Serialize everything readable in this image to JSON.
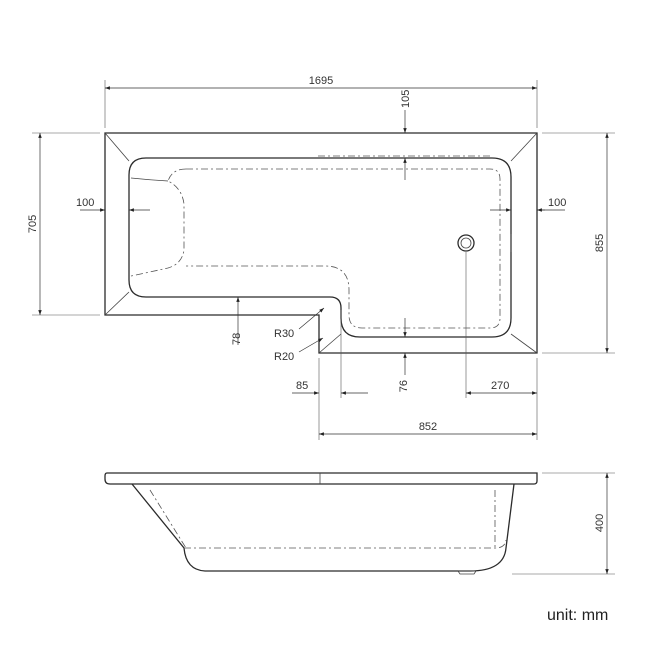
{
  "dimensions": {
    "overall_length": "1695",
    "rim_top": "105",
    "left_rim": "100",
    "right_rim": "100",
    "short_width": "705",
    "full_width": "855",
    "step_depth": "78",
    "radius_outer": "R30",
    "radius_inner": "R20",
    "step_offset": "85",
    "waste_offset": "76",
    "waste_from_end": "270",
    "wide_section_length": "852",
    "height": "400"
  },
  "unit_label": "unit: mm"
}
